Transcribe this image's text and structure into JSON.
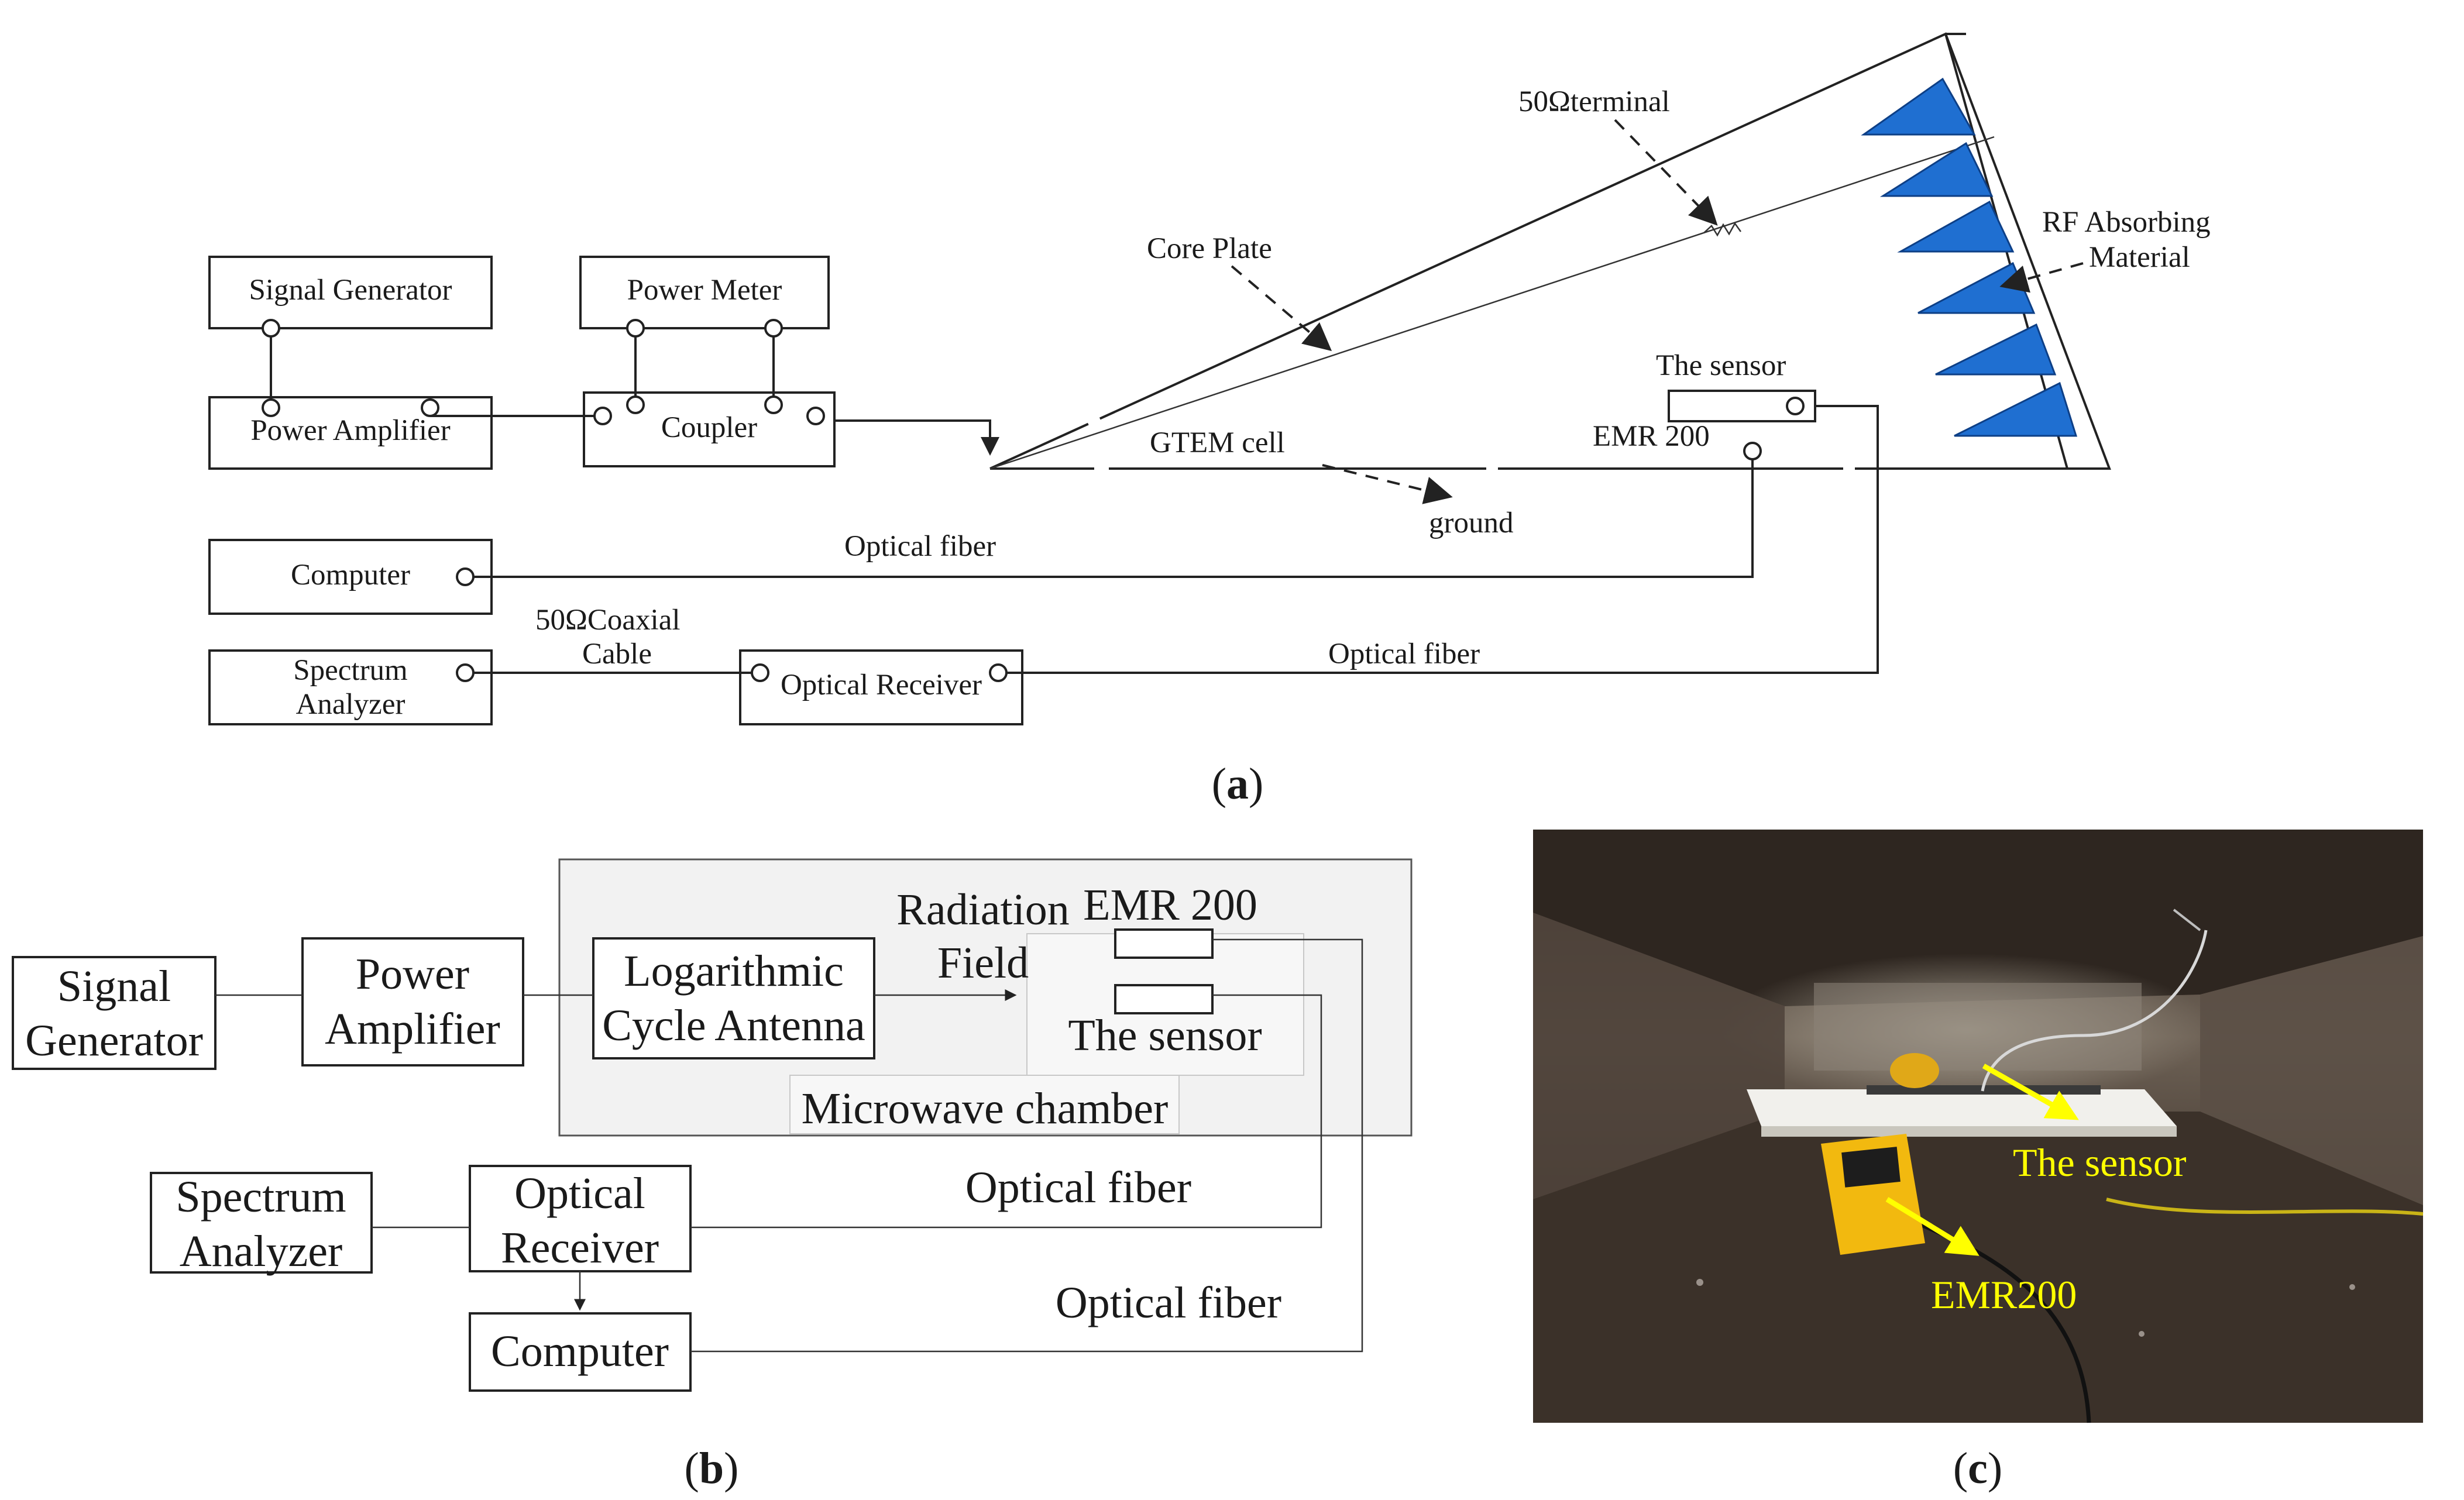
{
  "panel_a": {
    "signal_generator": "Signal Generator",
    "power_meter": "Power Meter",
    "power_amplifier": "Power Amplifier",
    "coupler": "Coupler",
    "computer": "Computer",
    "spectrum_analyzer_line1": "Spectrum",
    "spectrum_analyzer_line2": "Analyzer",
    "optical_receiver": "Optical Receiver",
    "coax_line1": "50ΩCoaxial",
    "coax_line2": "Cable",
    "optical_fiber_top": "Optical fiber",
    "optical_fiber_bottom": "Optical fiber",
    "terminal": "50Ωterminal",
    "core_plate": "Core Plate",
    "rf_absorbing_line1": "RF Absorbing",
    "rf_absorbing_line2": "Material",
    "the_sensor": "The  sensor",
    "gtem_cell": "GTEM cell",
    "emr200": "EMR 200",
    "ground": "ground",
    "caption_open": "(",
    "caption_letter": "a",
    "caption_close": ")"
  },
  "panel_b": {
    "signal_generator_line1": "Signal",
    "signal_generator_line2": "Generator",
    "power_amplifier_line1": "Power",
    "power_amplifier_line2": "Amplifier",
    "log_antenna_line1": "Logarithmic",
    "log_antenna_line2": "Cycle Antenna",
    "radiation_line1": "Radiation",
    "radiation_line2": "Field",
    "emr200": "EMR 200",
    "the_sensor": "The sensor",
    "microwave_chamber": "Microwave chamber",
    "spectrum_analyzer_line1": "Spectrum",
    "spectrum_analyzer_line2": "Analyzer",
    "optical_receiver_line1": "Optical",
    "optical_receiver_line2": "Receiver",
    "computer": "Computer",
    "optical_fiber_1": "Optical fiber",
    "optical_fiber_2": "Optical fiber",
    "caption_open": "(",
    "caption_letter": "b",
    "caption_close": ")"
  },
  "panel_c": {
    "the_sensor": "The sensor",
    "emr200": "EMR200",
    "caption_open": "(",
    "caption_letter": "c",
    "caption_close": ")"
  },
  "colors": {
    "absorber_blue": "#1f6fd1",
    "annotation_yellow": "#ffff00",
    "chamber_dark": "#2b2520"
  }
}
